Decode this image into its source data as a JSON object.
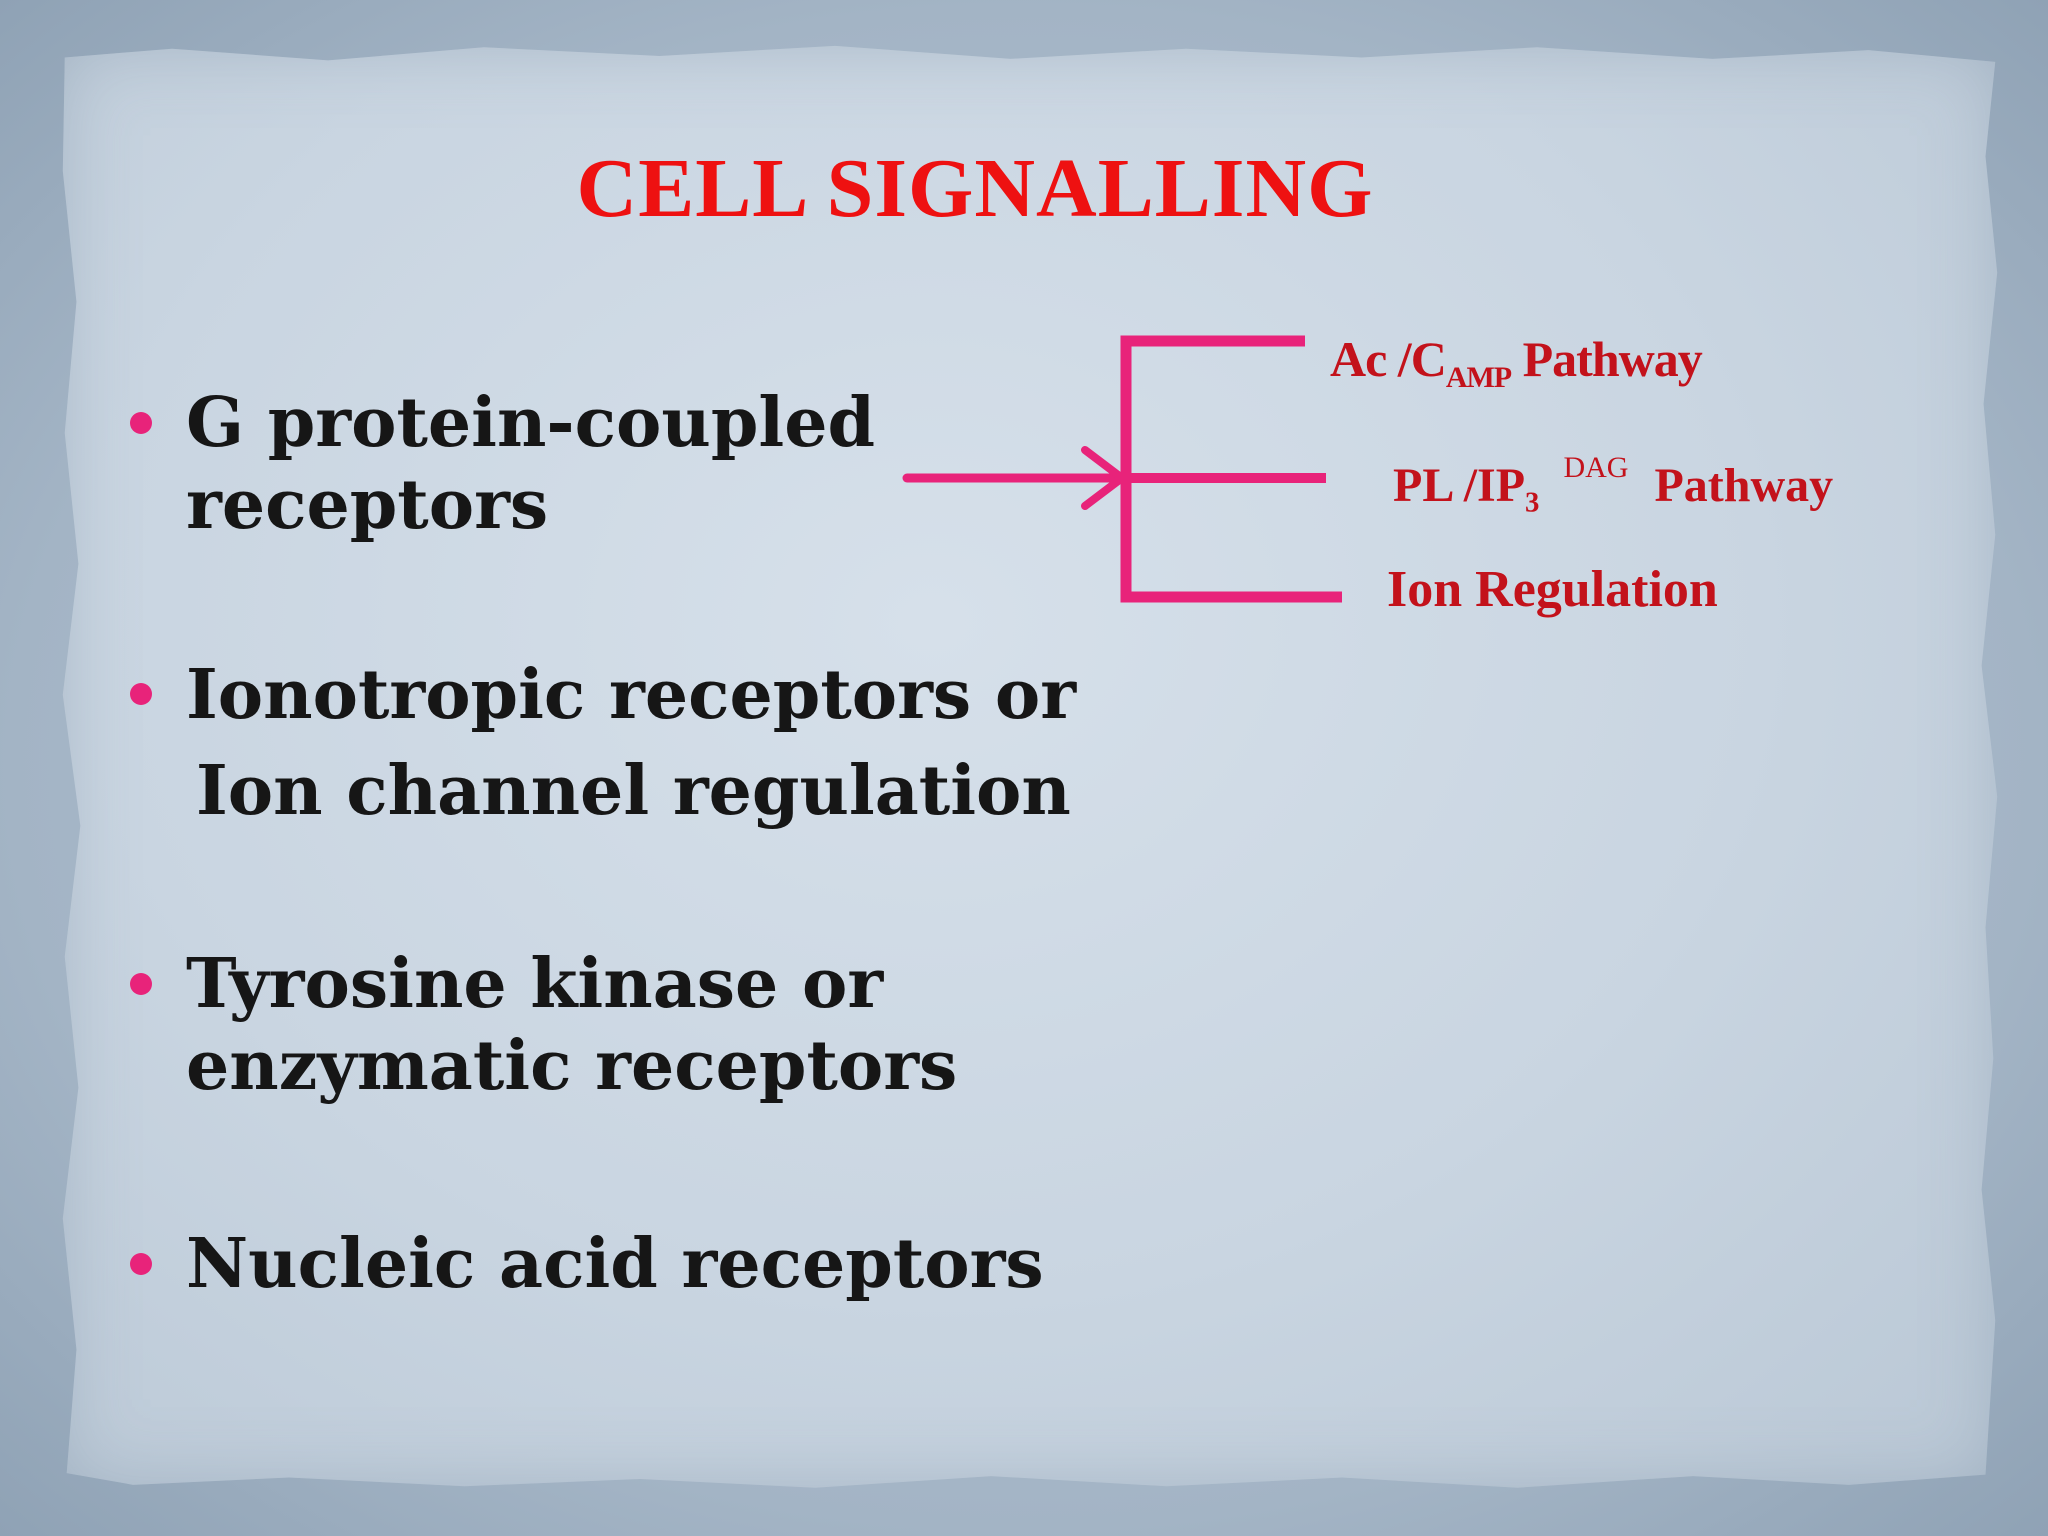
{
  "slide": {
    "title": "CELL SIGNALLING",
    "bullets": [
      {
        "line1": "G protein-coupled",
        "line2": "receptors"
      },
      {
        "line1": "Ionotropic receptors or",
        "line2": "Ion channel regulation"
      },
      {
        "line1": "Tyrosine kinase or",
        "line2": "enzymatic receptors"
      },
      {
        "line1": "Nucleic acid receptors",
        "line2": ""
      }
    ],
    "pathways": {
      "camp_prefix": "Ac /C",
      "camp_sub": "AMP",
      "camp_suffix": " Pathway",
      "plip_prefix": "PL /IP",
      "plip_sub": "3",
      "plip_sup": "DAG",
      "plip_suffix": "Pathway",
      "ion": "Ion Regulation"
    }
  },
  "colors": {
    "title": "#ee1111",
    "bullet_dot": "#e8237a",
    "bracket": "#e8237a",
    "pathway_text": "#c3121b",
    "body_text": "#161616"
  }
}
